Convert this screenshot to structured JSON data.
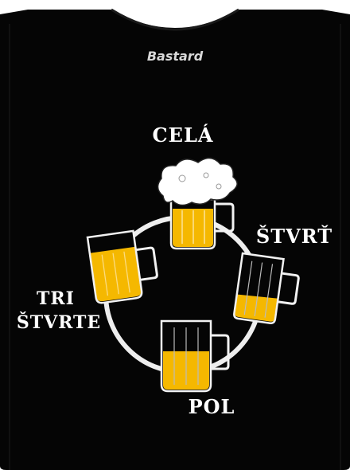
{
  "brand": "Bastard",
  "labels": {
    "full": "CELÁ",
    "three_quarters_line1": "TRI",
    "three_quarters_line2": "ŠTVRTE",
    "quarter": "ŠTVRŤ",
    "half": "POL"
  },
  "colors": {
    "shirt": "#050505",
    "beer": "#f5b800",
    "glass_outline": "#f2f2f2",
    "foam": "#ffffff",
    "ring": "#eeeeee"
  },
  "mugs": [
    {
      "name": "full",
      "fill_level": 1.0,
      "foam": true
    },
    {
      "name": "quarter",
      "fill_level": 0.25,
      "foam": false
    },
    {
      "name": "half",
      "fill_level": 0.5,
      "foam": false
    },
    {
      "name": "three-quarters",
      "fill_level": 0.75,
      "foam": false
    }
  ]
}
